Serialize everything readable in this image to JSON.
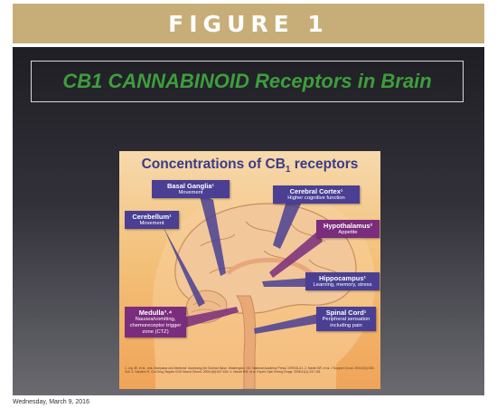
{
  "header": {
    "figure_label": "FIGURE 1"
  },
  "slide": {
    "title": "CB1 CANNABINOID Receptors in Brain",
    "inner_title_main": "Concentrations of CB",
    "inner_title_sub": "1",
    "inner_title_end": " receptors",
    "regions": [
      {
        "name": "Basal Ganglia¹",
        "desc": "Movement"
      },
      {
        "name": "Cerebral Cortex¹",
        "desc": "Higher cognitive function"
      },
      {
        "name": "Cerebellum¹",
        "desc": "Movement"
      },
      {
        "name": "Hypothalamus²",
        "desc": "Appetite"
      },
      {
        "name": "Hippocampus¹",
        "desc": "Learning, memory, stress"
      },
      {
        "name": "Medulla³˒⁴",
        "desc": "Nausea/vomiting, chemoreceptor trigger zone (CTZ)"
      },
      {
        "name": "Spinal Cord¹",
        "desc": "Peripheral sensation including pain"
      }
    ],
    "citation": "1. Joy JE, et al., eds. Marijuana and Medicine: Assessing the Science Base. Washington, DC: National Academy Press; 1999:33-41. 2. Martin BR, et al. J Support Oncol. 2004;2(4):305-316. 3. Sanders R. Gut Drug Targets CNS Neurol Disord. 2005;4(6):627-633. 4. Navari RM, et al. Expert Opin Emerg Drugs. 2006;11(1):137-151."
  },
  "footer": {
    "date": "Wednesday, March 9, 2016"
  },
  "colors": {
    "header_bg": "#c7ae78",
    "title_green": "#3d9e3d",
    "label_blue": "#4a3f93",
    "label_purple": "#7a2d7c"
  }
}
